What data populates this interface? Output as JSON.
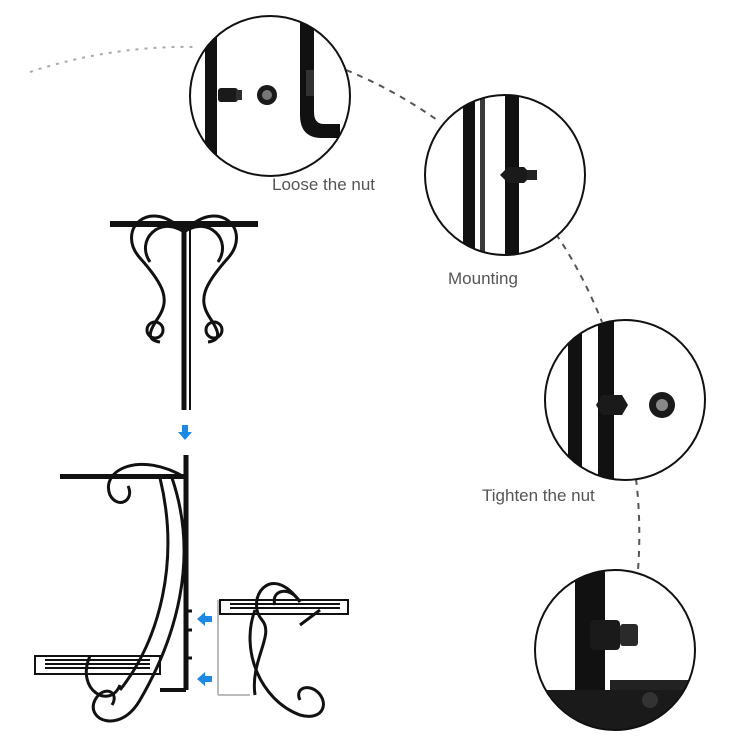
{
  "captions": {
    "loose": "Loose the nut",
    "mounting": "Mounting",
    "tighten": "Tighten the nut"
  },
  "colors": {
    "metal": "#111111",
    "metal_highlight": "#3a3a3a",
    "arrow": "#1e88e5",
    "dashed_path": "#555555",
    "caption_text": "#555555",
    "background": "#ffffff"
  },
  "icons": {
    "assembly_arrow": "blue-arrow-icon"
  }
}
